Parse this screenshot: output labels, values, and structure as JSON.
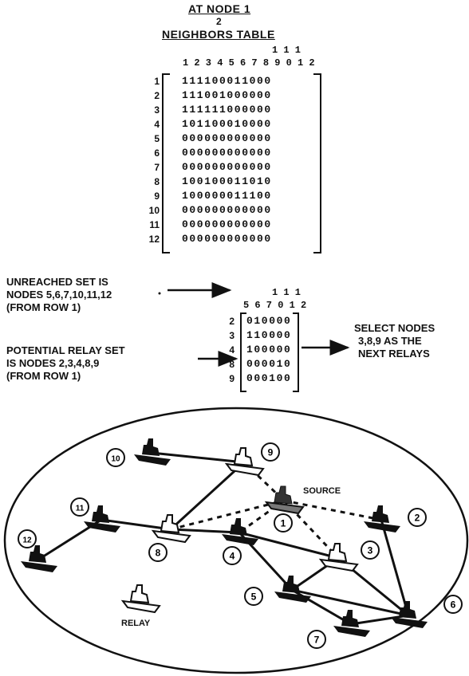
{
  "header": {
    "title": "AT NODE 1",
    "superscript": "2",
    "subtitle": "NEIGHBORS TABLE"
  },
  "main_matrix": {
    "col_tens": "1 1 1",
    "col_units": "1 2 3 4 5 6 7 8 9 0 1 2",
    "rows": [
      {
        "label": "1",
        "bits": "111100011000"
      },
      {
        "label": "2",
        "bits": "111001000000"
      },
      {
        "label": "3",
        "bits": "111111000000"
      },
      {
        "label": "4",
        "bits": "101100010000"
      },
      {
        "label": "5",
        "bits": "000000000000"
      },
      {
        "label": "6",
        "bits": "000000000000"
      },
      {
        "label": "7",
        "bits": "000000000000"
      },
      {
        "label": "8",
        "bits": "100100011010"
      },
      {
        "label": "9",
        "bits": "100000011100"
      },
      {
        "label": "10",
        "bits": "000000000000"
      },
      {
        "label": "11",
        "bits": "000000000000"
      },
      {
        "label": "12",
        "bits": "000000000000"
      }
    ]
  },
  "unreached": {
    "lines": [
      "UNREACHED SET IS",
      "NODES 5,6,7,10,11,12",
      "(FROM ROW 1)"
    ]
  },
  "relay_set": {
    "lines": [
      "POTENTIAL RELAY SET",
      "IS NODES 2,3,4,8,9",
      "(FROM ROW 1)"
    ]
  },
  "sub_matrix": {
    "col_tens": "1 1 1",
    "col_units": "5 6 7 0 1 2",
    "rows": [
      {
        "label": "2",
        "bits": "010000"
      },
      {
        "label": "3",
        "bits": "110000"
      },
      {
        "label": "4",
        "bits": "100000"
      },
      {
        "label": "8",
        "bits": "000010"
      },
      {
        "label": "9",
        "bits": "000100"
      }
    ]
  },
  "result": {
    "lines": [
      "SELECT NODES",
      "3,8,9  AS THE",
      "NEXT RELAYS"
    ]
  },
  "network": {
    "source_label": "SOURCE",
    "relay_label": "RELAY",
    "nodes": [
      {
        "id": "1",
        "kind": "source"
      },
      {
        "id": "2",
        "kind": "ship"
      },
      {
        "id": "3",
        "kind": "relay"
      },
      {
        "id": "4",
        "kind": "ship"
      },
      {
        "id": "5",
        "kind": "ship"
      },
      {
        "id": "6",
        "kind": "ship"
      },
      {
        "id": "7",
        "kind": "ship"
      },
      {
        "id": "8",
        "kind": "relay"
      },
      {
        "id": "9",
        "kind": "relay"
      },
      {
        "id": "10",
        "kind": "ship"
      },
      {
        "id": "11",
        "kind": "ship"
      },
      {
        "id": "12",
        "kind": "ship"
      }
    ]
  }
}
